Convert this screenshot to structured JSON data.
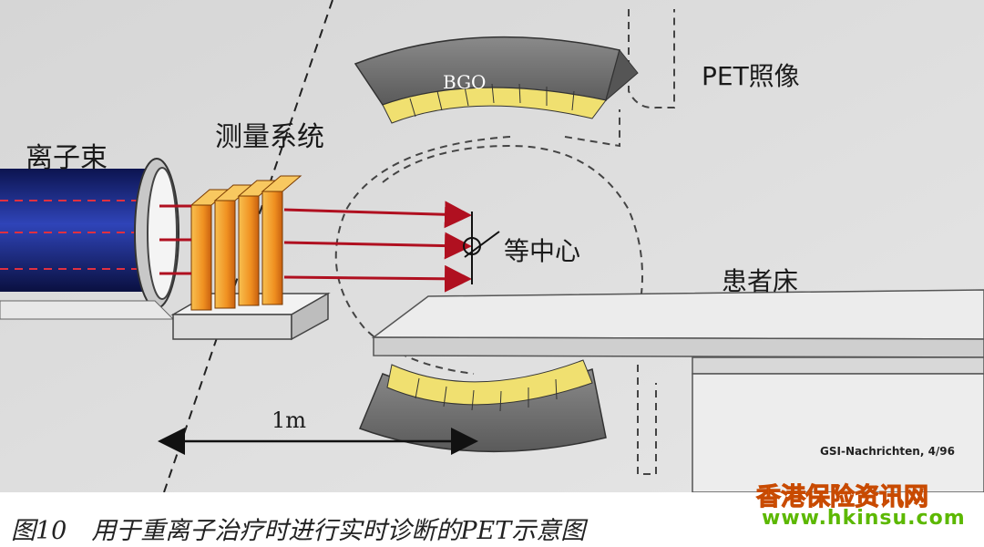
{
  "diagram": {
    "labels": {
      "ion_beam": "离子束",
      "measurement_system": "测量系统",
      "bgo": "BGO",
      "pet_imaging": "PET照像",
      "isocenter": "等中心",
      "patient_couch": "患者床",
      "distance": "1m",
      "source": "GSI-Nachrichten, 4/96"
    },
    "colors": {
      "background": "#dedede",
      "beam_pipe": "#1a2a8a",
      "beam_arrows": "#b01020",
      "crystal": "#f0e070",
      "detector_body": "#7a7a7a",
      "measurement_plates": "#f0a030"
    }
  },
  "caption": "图10　用于重离子治疗时进行实时诊断的PET示意图",
  "watermark": {
    "site_name": "香港保险资讯网",
    "url": "www.hkinsu.com"
  }
}
